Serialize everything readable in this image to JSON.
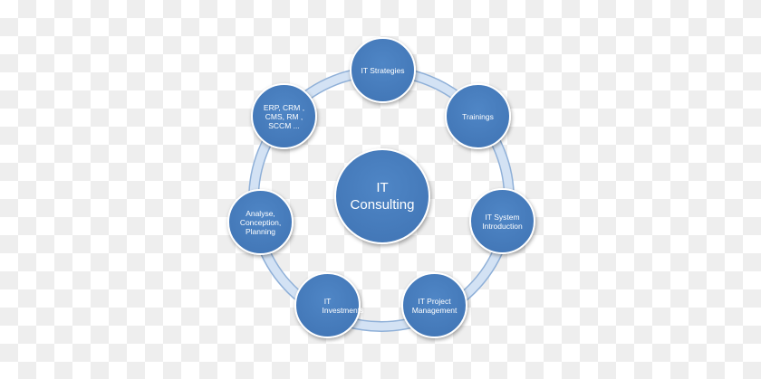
{
  "center": {
    "line1": "IT",
    "line2": "Consulting"
  },
  "nodes": [
    {
      "label": "IT Strategies"
    },
    {
      "label": "Trainings"
    },
    {
      "label": "IT System Introduction"
    },
    {
      "label": "IT Project Management"
    },
    {
      "label": "IT Investments"
    },
    {
      "label": "Analyse, Conception, Planning"
    },
    {
      "label": "ERP, CRM , CMS, RM , SCCM ..."
    }
  ],
  "colors": {
    "node": "#4479bb",
    "ring": "#c5d7ee",
    "ring_edge": "#8fb0d8"
  }
}
